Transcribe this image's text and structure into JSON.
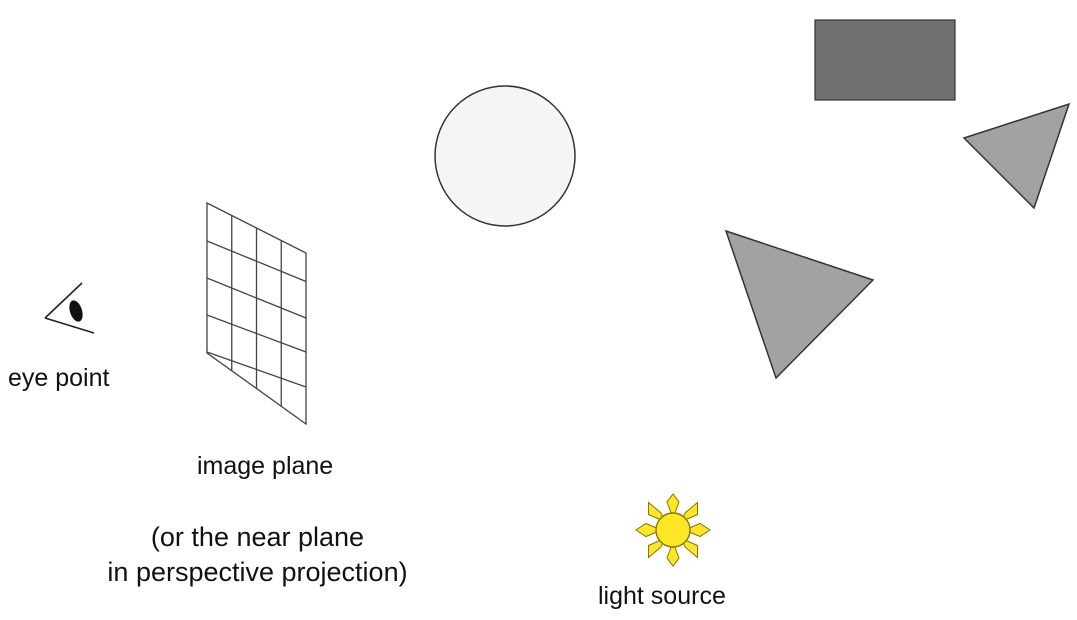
{
  "labels": {
    "eye_point": "eye point",
    "image_plane": "image plane",
    "near_plane_note_line1": "(or the near plane",
    "near_plane_note_line2": "in perspective projection)",
    "light_source": "light source"
  },
  "icons": {
    "eye": "eye-icon",
    "light": "sun-icon"
  },
  "colors": {
    "sphere_fill": "#f5f5f7",
    "rectangle_fill": "#707070",
    "triangle_fill": "#a2a2a2",
    "sun_fill": "#fde725",
    "outline": "#333333"
  }
}
